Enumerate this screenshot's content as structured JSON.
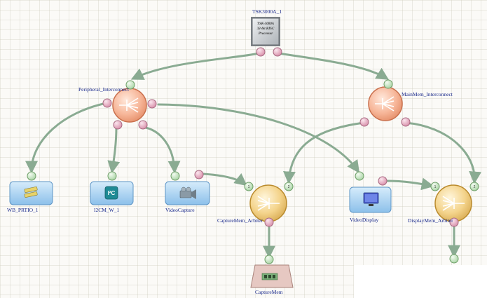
{
  "diagram": {
    "nodes": {
      "processor": {
        "label": "TSK3000A_1",
        "chip_text": [
          "TSK-3000A",
          "32-bit RISC",
          "Processor"
        ]
      },
      "peripheral_interconnect": {
        "label": "Peripheral_Interconnect"
      },
      "mainmem_interconnect": {
        "label": "MainMem_Interconnect"
      },
      "wb_prtio": {
        "label": "WB_PRTIO_1"
      },
      "i2cm": {
        "label": "I2CM_W_1",
        "icon_text": "I²C"
      },
      "video_capture": {
        "label": "VideoCapture"
      },
      "capturemem_arbiter": {
        "label": "CaptureMem_Arbiter",
        "port1": "1",
        "port2": "2"
      },
      "video_display": {
        "label": "VideoDisplay"
      },
      "displaymem_arbiter": {
        "label": "DisplayMem_Arbiter",
        "port1": "1",
        "port2": "2"
      },
      "capturemem": {
        "label": "CaptureMem"
      }
    },
    "colors": {
      "wire": "#8aab92",
      "port_master": "#e7aec3",
      "port_slave": "#cfe9cb",
      "interconnect": "#f7b79a",
      "arbiter": "#f4d48c",
      "peripheral": "#a9d0f0",
      "processor": "#c9ccd0",
      "memory": "#e6c8c2",
      "label": "#1a2a8c"
    },
    "icons": {
      "processor": "cpu-chip-icon",
      "wb_prtio": "port-io-icon",
      "i2cm": "i2c-icon",
      "video_capture": "video-camera-icon",
      "video_display": "monitor-icon",
      "capturemem": "memory-chip-icon",
      "interconnect": "interconnect-fan-icon",
      "arbiter": "arbiter-fan-icon"
    }
  }
}
